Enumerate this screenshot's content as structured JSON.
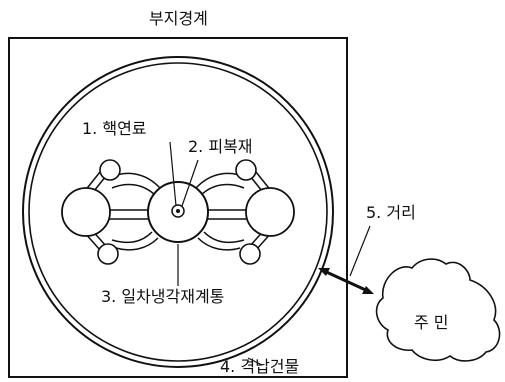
{
  "site_boundary_label": "부지경계",
  "labels": {
    "fuel": "1. 핵연료",
    "cladding": "2. 피복재",
    "primary_coolant": "3. 일차냉각재계통",
    "containment": "4. 격납건물",
    "distance": "5. 거리",
    "residents": "주 민"
  },
  "colors": {
    "line": "#111111",
    "background": "#ffffff"
  }
}
